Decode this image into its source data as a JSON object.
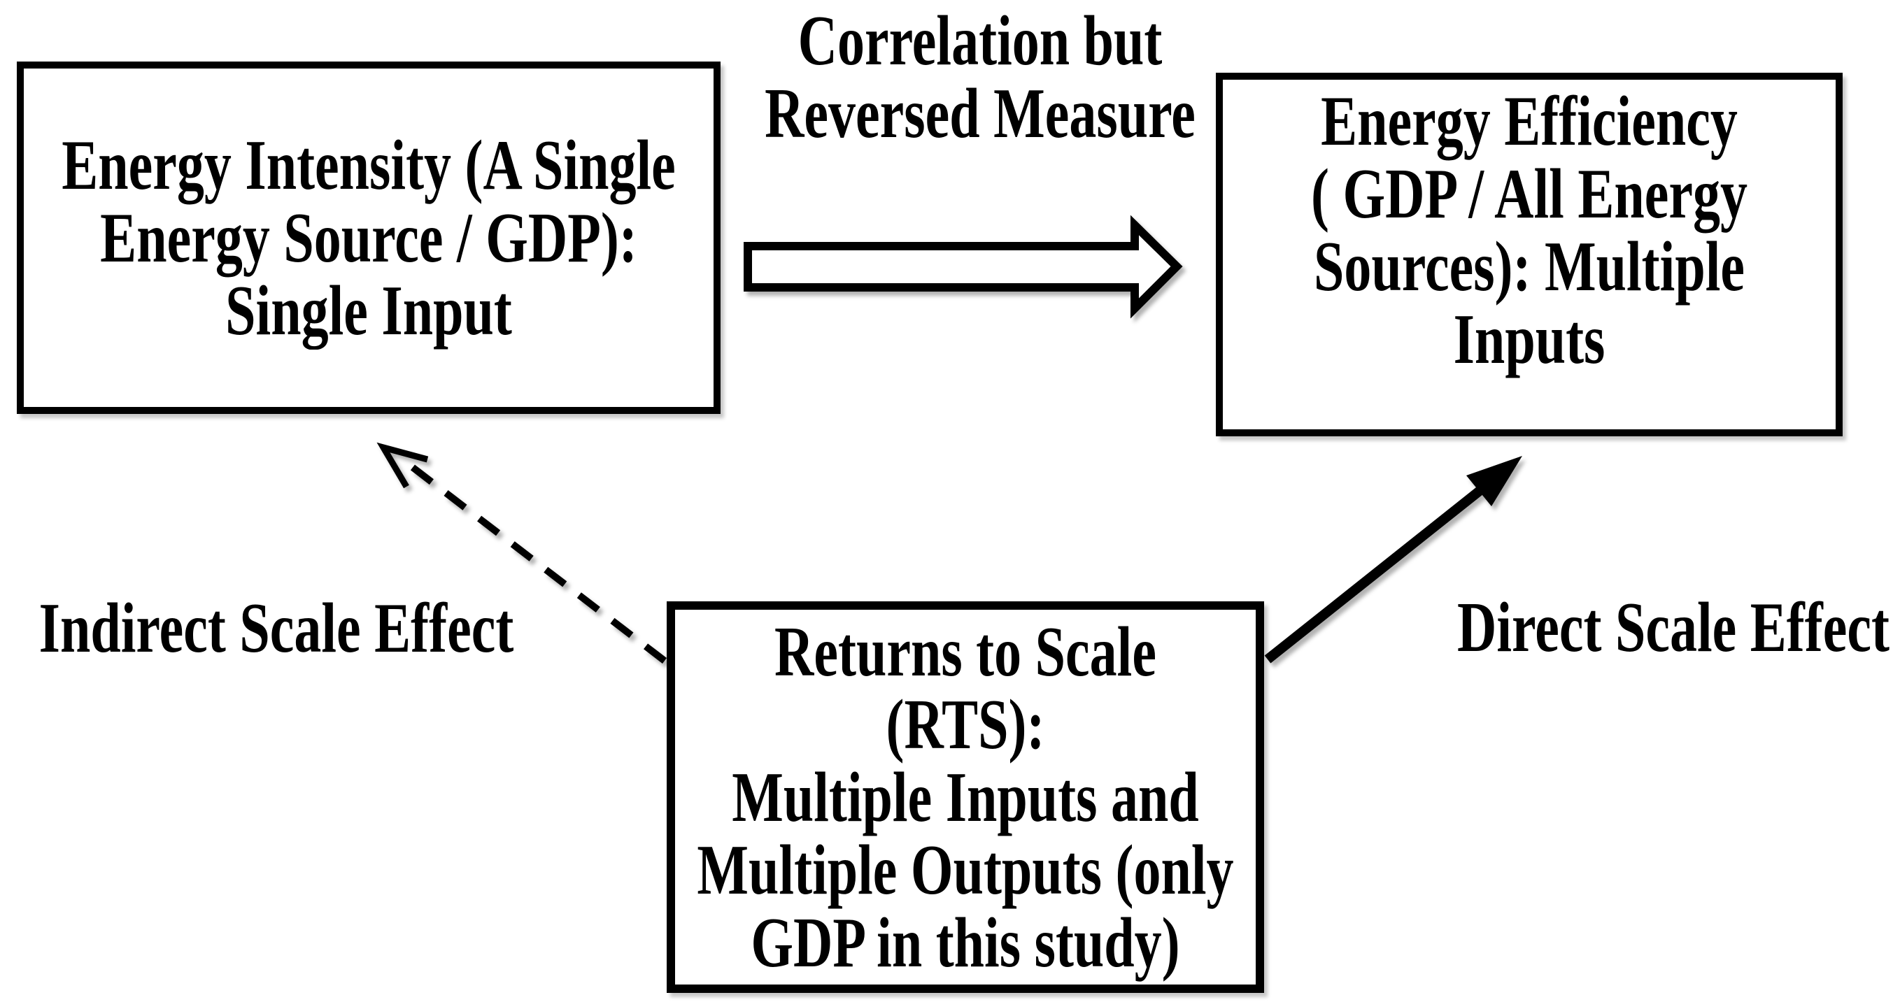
{
  "diagram": {
    "boxes": {
      "energy_intensity": {
        "lines": [
          "Energy Intensity (A Single",
          "Energy Source / GDP):",
          "Single Input"
        ]
      },
      "energy_efficiency": {
        "lines": [
          "Energy Efficiency",
          "( GDP / All Energy",
          "Sources): Multiple",
          "Inputs"
        ]
      },
      "returns_to_scale": {
        "lines": [
          "Returns to Scale",
          "(RTS):",
          "Multiple Inputs and",
          "Multiple Outputs (only",
          "GDP in this study)"
        ]
      }
    },
    "labels": {
      "correlation": {
        "lines": [
          "Correlation but",
          "Reversed Measure"
        ]
      },
      "indirect_scale_effect": "Indirect Scale Effect",
      "direct_scale_effect": "Direct Scale Effect"
    },
    "arrows": {
      "correlation_arrow": "hollow-right-arrow",
      "indirect_arrow": "dashed-open-head-arrow",
      "direct_arrow": "solid-filled-head-arrow"
    },
    "colors": {
      "ink": "#000000",
      "background": "#ffffff"
    }
  }
}
